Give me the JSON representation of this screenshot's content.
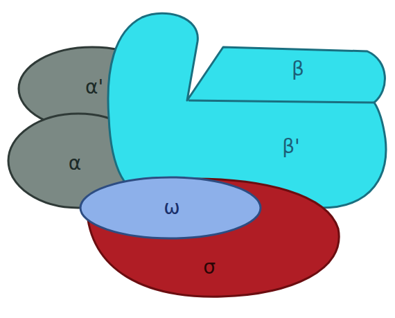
{
  "diagram": {
    "nodes": [
      {
        "text": [
          "α'"
        ]
      },
      {
        "text": [
          "β",
          "β'"
        ]
      },
      {
        "text": [
          "α"
        ]
      },
      {
        "text": [
          "ω"
        ]
      },
      {
        "text": [
          "σ"
        ]
      }
    ]
  }
}
